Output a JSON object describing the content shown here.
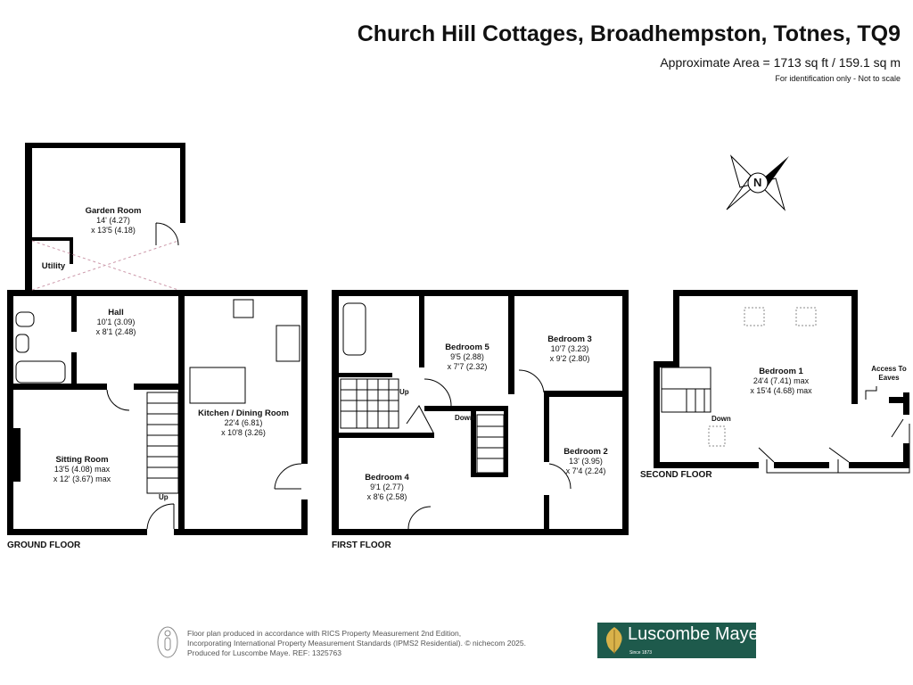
{
  "header": {
    "title": "Church Hill Cottages, Broadhempston, Totnes, TQ9",
    "area": "Approximate Area = 1713 sq ft / 159.1 sq m",
    "note": "For identification only - Not to scale"
  },
  "ground_floor": {
    "label": "GROUND FLOOR",
    "rooms": [
      {
        "name": "Garden Room",
        "dim1": "14' (4.27)",
        "dim2": "x 13'5 (4.18)"
      },
      {
        "name": "Utility"
      },
      {
        "name": "Hall",
        "dim1": "10'1 (3.09)",
        "dim2": "x 8'1 (2.48)"
      },
      {
        "name": "Kitchen / Dining Room",
        "dim1": "22'4 (6.81)",
        "dim2": "x 10'8 (3.26)"
      },
      {
        "name": "Sitting Room",
        "dim1": "13'5 (4.08) max",
        "dim2": "x 12' (3.67) max"
      }
    ],
    "stairs": "Up"
  },
  "first_floor": {
    "label": "FIRST FLOOR",
    "rooms": [
      {
        "name": "Bedroom 5",
        "dim1": "9'5 (2.88)",
        "dim2": "x 7'7 (2.32)"
      },
      {
        "name": "Bedroom 3",
        "dim1": "10'7 (3.23)",
        "dim2": "x 9'2 (2.80)"
      },
      {
        "name": "Bedroom 2",
        "dim1": "13' (3.95)",
        "dim2": "x 7'4 (2.24)"
      },
      {
        "name": "Bedroom 4",
        "dim1": "9'1 (2.77)",
        "dim2": "x 8'6 (2.58)"
      }
    ],
    "stairs_up": "Up",
    "stairs_down": "Down"
  },
  "second_floor": {
    "label": "SECOND FLOOR",
    "rooms": [
      {
        "name": "Bedroom 1",
        "dim1": "24'4 (7.41) max",
        "dim2": "x 15'4 (4.68) max"
      }
    ],
    "eaves": "Access To Eaves",
    "stairs_down": "Down"
  },
  "compass": {
    "letter": "N"
  },
  "footer": {
    "line1": "Floor plan produced in accordance with RICS Property Measurement 2nd Edition,",
    "line2": "Incorporating International Property Measurement Standards (IPMS2 Residential).   © nichecom 2025.",
    "line3": "Produced for Luscombe Maye.   REF: 1325763"
  },
  "logo": {
    "name": "Luscombe Maye",
    "since": "Since 1873",
    "color": "#1e5a4c"
  }
}
